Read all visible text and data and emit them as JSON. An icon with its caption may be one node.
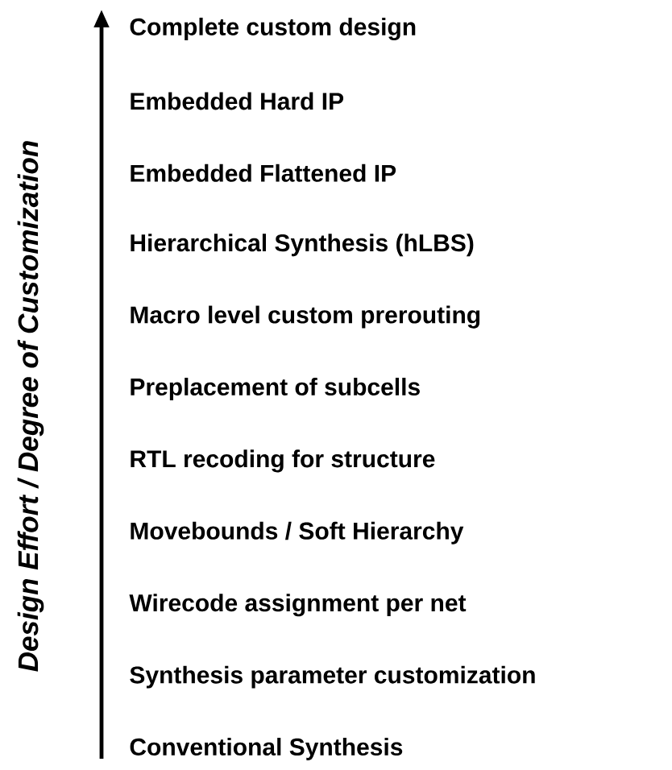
{
  "diagram": {
    "labels": [
      "Design Effort / Degree of Customization",
      "Complete custom design",
      "Embedded Hard IP",
      "Embedded Flattened IP",
      "Hierarchical Synthesis (hLBS)",
      "Macro level custom prerouting",
      "Preplacement of subcells",
      "RTL recoding for structure",
      "Movebounds / Soft Hierarchy",
      "Wirecode assignment per net",
      "Synthesis parameter customization",
      "Conventional Synthesis"
    ]
  }
}
